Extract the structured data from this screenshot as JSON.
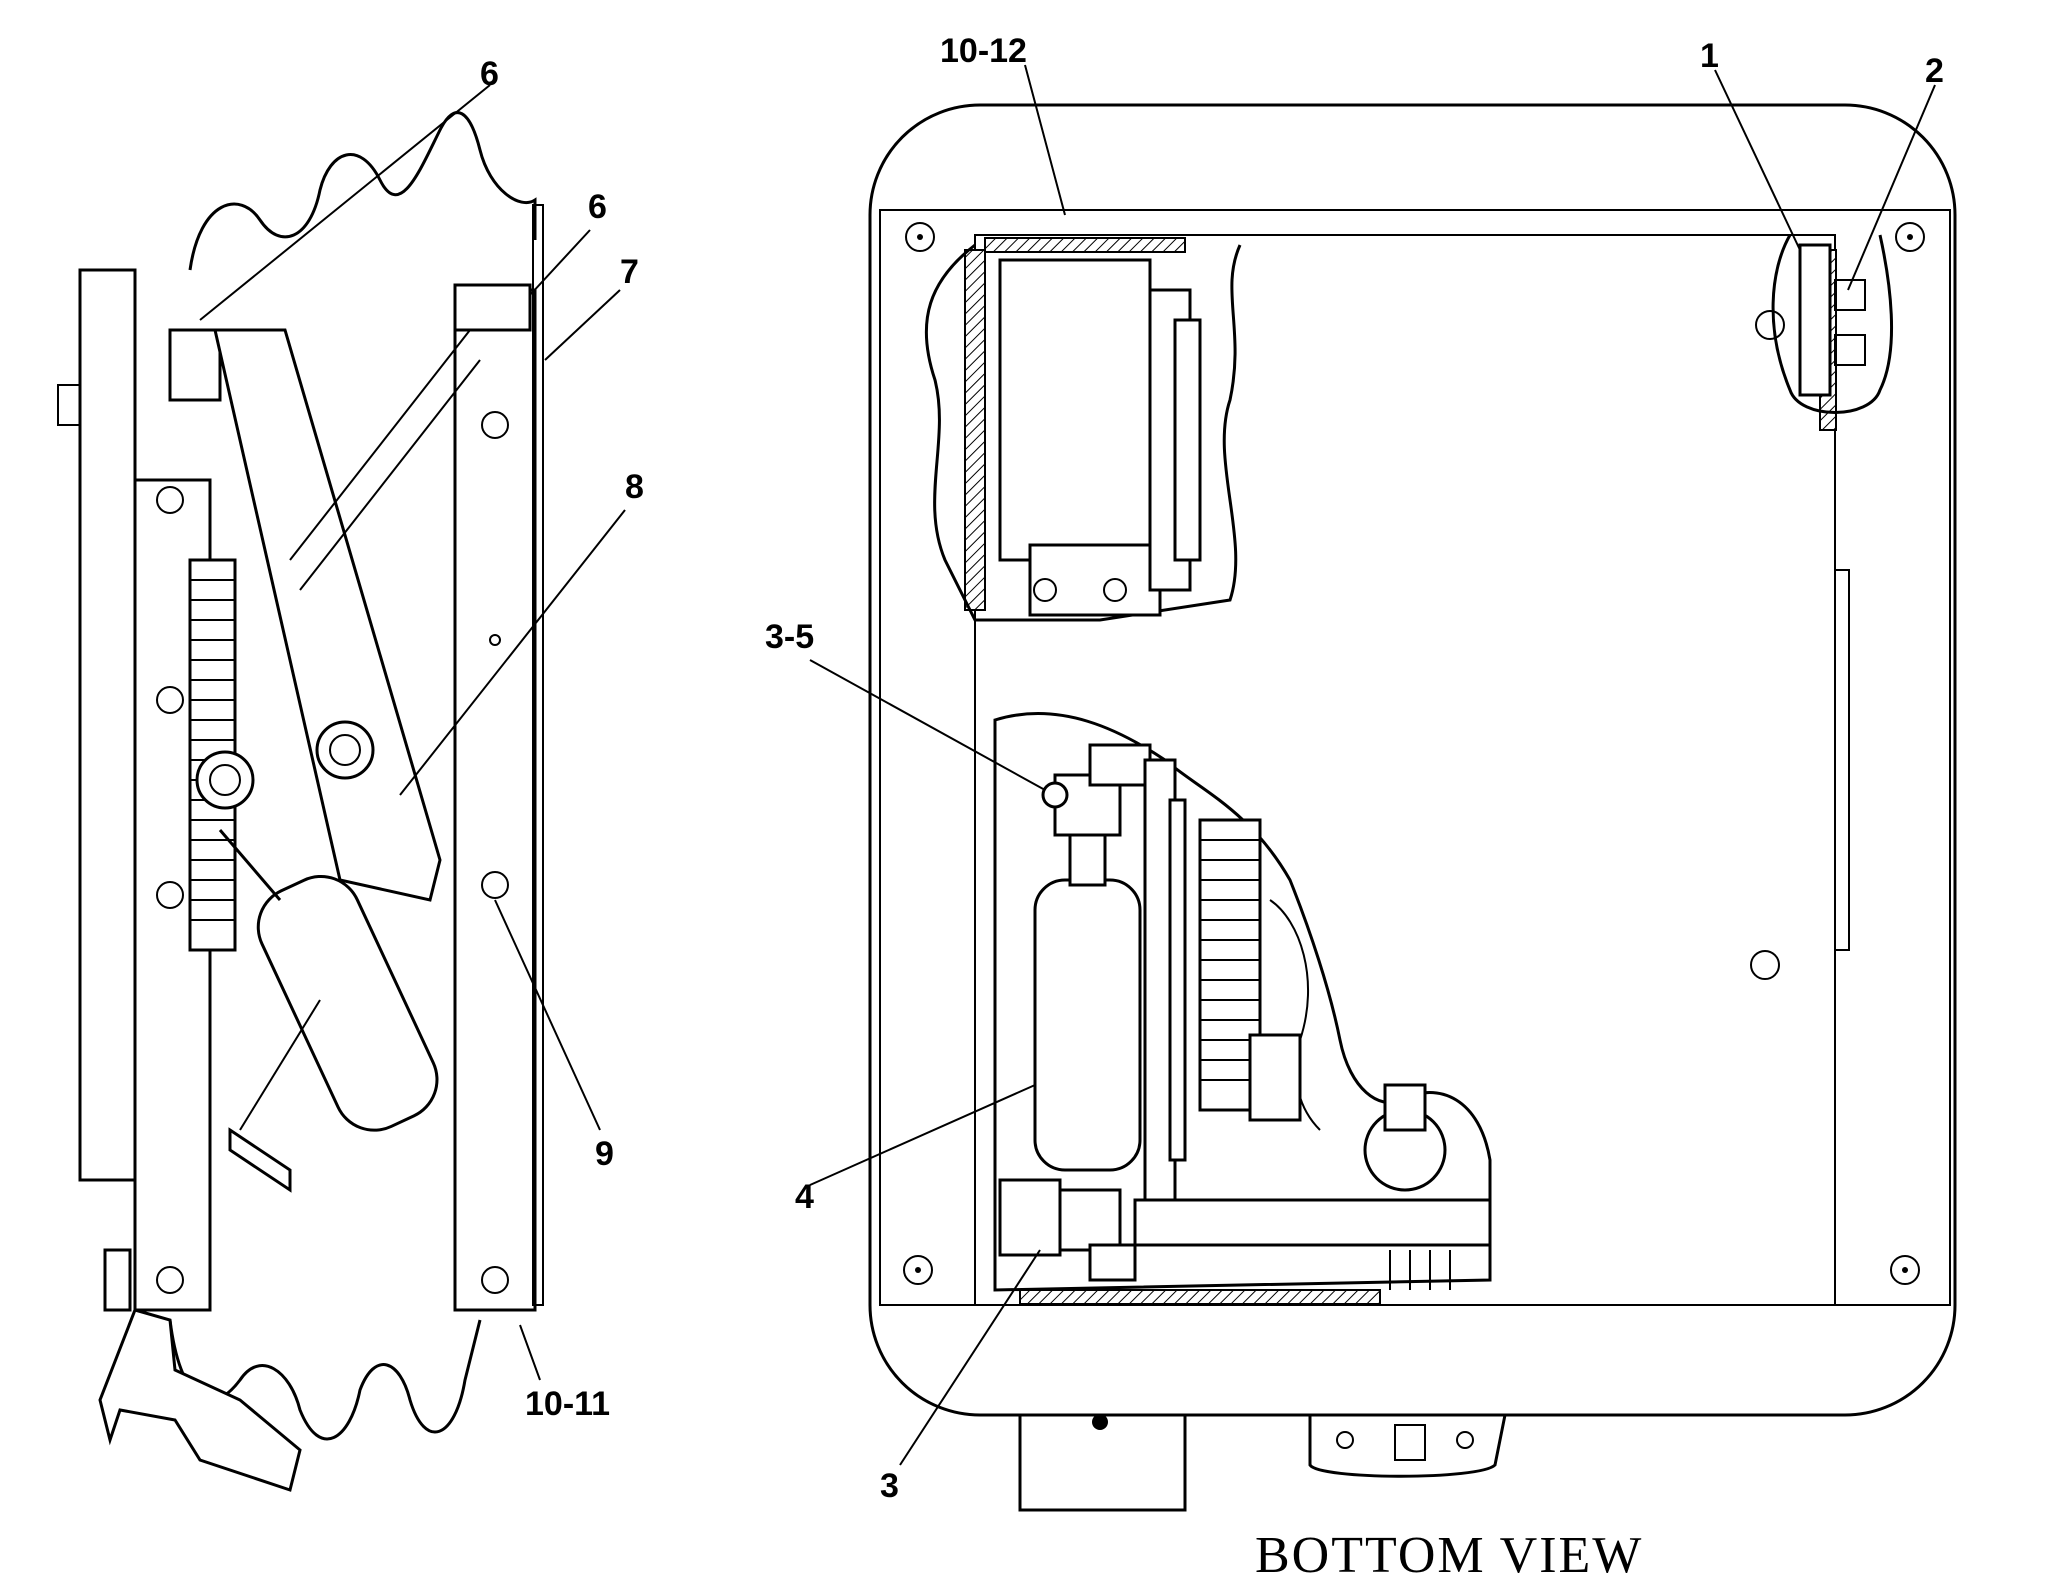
{
  "labels": {
    "l6a": "6",
    "l6b": "6",
    "l7": "7",
    "l8": "8",
    "l9": "9",
    "l10_11": "10-11",
    "l10_12": "10-12",
    "l1": "1",
    "l2": "2",
    "l3_5": "3-5",
    "l4": "4",
    "l3": "3"
  },
  "caption": "BOTTOM VIEW"
}
